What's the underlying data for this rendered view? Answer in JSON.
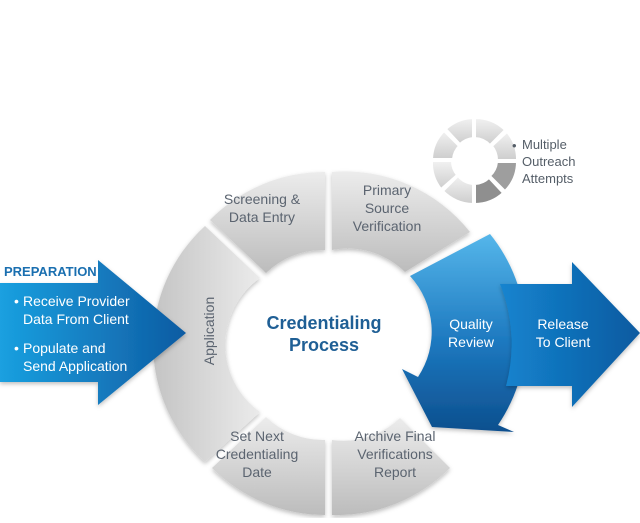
{
  "diagram": {
    "center": {
      "line1": "Credentialing",
      "line2": "Process"
    },
    "segments": {
      "screening": {
        "line1": "Screening &",
        "line2": "Data Entry"
      },
      "primary": {
        "line1": "Primary",
        "line2": "Source",
        "line3": "Verification"
      },
      "quality": {
        "line1": "Quality",
        "line2": "Review"
      },
      "archive": {
        "line1": "Archive Final",
        "line2": "Verifications",
        "line3": "Report"
      },
      "set_next": {
        "line1": "Set Next",
        "line2": "Credentialing",
        "line3": "Date"
      },
      "application": {
        "label": "Application"
      }
    },
    "preparation": {
      "title": "PREPARATION",
      "items": [
        {
          "line1": "Receive Provider",
          "line2": "Data From Client"
        },
        {
          "line1": "Populate and",
          "line2": "Send Application"
        }
      ]
    },
    "release": {
      "line1": "Release",
      "line2": "To Client"
    },
    "outreach": {
      "line1": "Multiple",
      "line2": "Outreach",
      "line3": "Attempts"
    },
    "colors": {
      "grey_light": "#e6e6e6",
      "grey_dark": "#b9b9b9",
      "blue_light": "#4fb0e6",
      "blue_dark": "#0d4f8e",
      "center_text": "#1f5f95",
      "prep_title": "#1a6fb0"
    }
  }
}
